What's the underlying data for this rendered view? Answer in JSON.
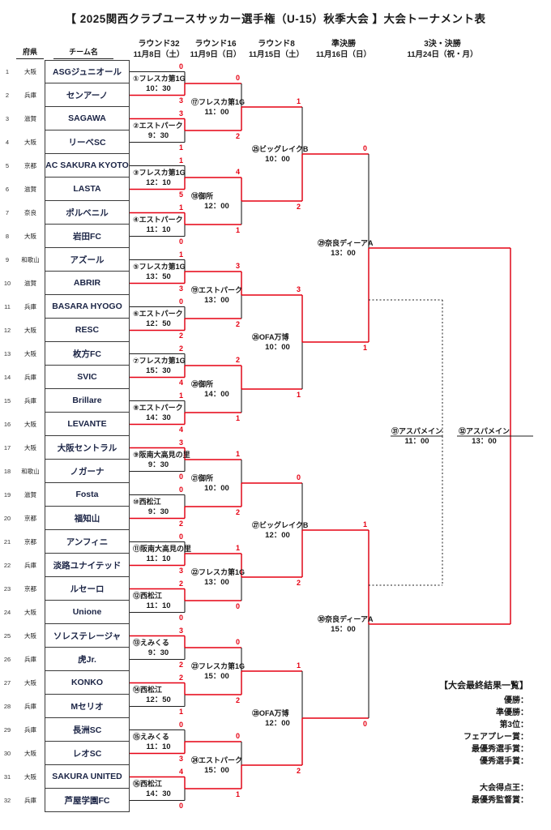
{
  "title": "【 2025関西クラブユースサッカー選手権（U-15）秋季大会 】大会トーナメント表",
  "table_headers": {
    "prefecture": "府県",
    "team": "チーム名"
  },
  "rounds": [
    {
      "name": "ラウンド32",
      "date": "11月8日（土）"
    },
    {
      "name": "ラウンド16",
      "date": "11月9日（日）"
    },
    {
      "name": "ラウンド8",
      "date": "11月15日（土）"
    },
    {
      "name": "準決勝",
      "date": "11月16日（日）"
    },
    {
      "name": "3決・決勝",
      "date": "11月24日（祝・月）"
    }
  ],
  "teams": [
    {
      "no": 1,
      "pref": "大阪",
      "name": "ASGジュニオール"
    },
    {
      "no": 2,
      "pref": "兵庫",
      "name": "センアーノ"
    },
    {
      "no": 3,
      "pref": "滋賀",
      "name": "SAGAWA"
    },
    {
      "no": 4,
      "pref": "大阪",
      "name": "リーベSC"
    },
    {
      "no": 5,
      "pref": "京都",
      "name": "AC SAKURA KYOTO"
    },
    {
      "no": 6,
      "pref": "滋賀",
      "name": "LASTA"
    },
    {
      "no": 7,
      "pref": "奈良",
      "name": "ポルベニル"
    },
    {
      "no": 8,
      "pref": "大阪",
      "name": "岩田FC"
    },
    {
      "no": 9,
      "pref": "和歌山",
      "name": "アズール"
    },
    {
      "no": 10,
      "pref": "滋賀",
      "name": "ABRIR"
    },
    {
      "no": 11,
      "pref": "兵庫",
      "name": "BASARA HYOGO"
    },
    {
      "no": 12,
      "pref": "大阪",
      "name": "RESC"
    },
    {
      "no": 13,
      "pref": "大阪",
      "name": "枚方FC"
    },
    {
      "no": 14,
      "pref": "兵庫",
      "name": "SVIC"
    },
    {
      "no": 15,
      "pref": "兵庫",
      "name": "Brillare"
    },
    {
      "no": 16,
      "pref": "大阪",
      "name": "LEVANTE"
    },
    {
      "no": 17,
      "pref": "大阪",
      "name": "大阪セントラル"
    },
    {
      "no": 18,
      "pref": "和歌山",
      "name": "ノガーナ"
    },
    {
      "no": 19,
      "pref": "滋賀",
      "name": "Fosta"
    },
    {
      "no": 20,
      "pref": "京都",
      "name": "福知山"
    },
    {
      "no": 21,
      "pref": "京都",
      "name": "アンフィニ"
    },
    {
      "no": 22,
      "pref": "兵庫",
      "name": "淡路ユナイテッド"
    },
    {
      "no": 23,
      "pref": "京都",
      "name": "ルセーロ"
    },
    {
      "no": 24,
      "pref": "大阪",
      "name": "Unione"
    },
    {
      "no": 25,
      "pref": "大阪",
      "name": "ソレステレージャ"
    },
    {
      "no": 26,
      "pref": "兵庫",
      "name": "虎Jr."
    },
    {
      "no": 27,
      "pref": "大阪",
      "name": "KONKO"
    },
    {
      "no": 28,
      "pref": "兵庫",
      "name": "Mセリオ"
    },
    {
      "no": 29,
      "pref": "兵庫",
      "name": "長洲SC"
    },
    {
      "no": 30,
      "pref": "大阪",
      "name": "レオSC"
    },
    {
      "no": 31,
      "pref": "大阪",
      "name": "SAKURA UNITED"
    },
    {
      "no": 32,
      "pref": "兵庫",
      "name": "芦屋学園FC"
    }
  ],
  "matches": {
    "round_of_32": [
      {
        "label": "①フレスカ第1G",
        "time": "10：30",
        "score": [
          "0",
          "3"
        ],
        "winner": "bottom"
      },
      {
        "label": "②エストパーク",
        "time": "9：30",
        "score": [
          "3",
          "1"
        ],
        "winner": "top"
      },
      {
        "label": "③フレスカ第1G",
        "time": "12：10",
        "score": [
          "1",
          "5"
        ],
        "winner": "bottom"
      },
      {
        "label": "④エストパーク",
        "time": "11：10",
        "score": [
          "1",
          "0"
        ],
        "winner": "top"
      },
      {
        "label": "⑤フレスカ第1G",
        "time": "13：50",
        "score": [
          "1",
          "3"
        ],
        "winner": "bottom"
      },
      {
        "label": "⑥エストパーク",
        "time": "12：50",
        "score": [
          "0",
          "2"
        ],
        "winner": "bottom"
      },
      {
        "label": "⑦フレスカ第1G",
        "time": "15：30",
        "score": [
          "2",
          "4"
        ],
        "winner": "bottom"
      },
      {
        "label": "⑧エストパーク",
        "time": "14：30",
        "score": [
          "1",
          "4"
        ],
        "winner": "bottom"
      },
      {
        "label": "⑨阪南大高見の里",
        "time": "9：30",
        "score": [
          "3",
          "0"
        ],
        "winner": "top"
      },
      {
        "label": "⑩西松江",
        "time": "9：30",
        "score": [
          "0",
          "2"
        ],
        "winner": "bottom"
      },
      {
        "label": "⑪阪南大高見の里",
        "time": "11：10",
        "score": [
          "0",
          "3"
        ],
        "winner": "bottom"
      },
      {
        "label": "⑫西松江",
        "time": "11：10",
        "score": [
          "2",
          "0"
        ],
        "winner": "top"
      },
      {
        "label": "⑬えみくる",
        "time": "9：30",
        "score": [
          "3",
          "2"
        ],
        "winner": "top"
      },
      {
        "label": "⑭西松江",
        "time": "12：50",
        "score": [
          "2",
          "1"
        ],
        "winner": "top"
      },
      {
        "label": "⑮えみくる",
        "time": "11：10",
        "score": [
          "0",
          "3"
        ],
        "winner": "bottom"
      },
      {
        "label": "⑯西松江",
        "time": "14：30",
        "score": [
          "4",
          "0"
        ],
        "winner": "top"
      }
    ],
    "round_of_16": [
      {
        "label": "⑰フレスカ第1G",
        "time": "11：00",
        "score": [
          "0",
          "2"
        ],
        "winner": "bottom"
      },
      {
        "label": "⑱御所",
        "time": "12：00",
        "score": [
          "4",
          "1"
        ],
        "winner": "top"
      },
      {
        "label": "⑲エストパーク",
        "time": "13：00",
        "score": [
          "3",
          "2"
        ],
        "winner": "top"
      },
      {
        "label": "⑳御所",
        "time": "14：00",
        "score": [
          "2",
          "1"
        ],
        "winner": "top"
      },
      {
        "label": "㉑御所",
        "time": "10：00",
        "score": [
          "1",
          "2"
        ],
        "winner": "bottom"
      },
      {
        "label": "㉒フレスカ第1G",
        "time": "13：00",
        "score": [
          "1",
          "0"
        ],
        "winner": "top"
      },
      {
        "label": "㉓フレスカ第1G",
        "time": "15：00",
        "score": [
          "0",
          "2"
        ],
        "winner": "bottom"
      },
      {
        "label": "㉔エストパーク",
        "time": "15：00",
        "score": [
          "0",
          "1"
        ],
        "winner": "bottom"
      }
    ],
    "quarterfinals": [
      {
        "label": "㉕ビッグレイクB",
        "time": "10：00",
        "score": [
          "1",
          "2"
        ],
        "winner": "bottom"
      },
      {
        "label": "㉖OFA万博",
        "time": "10：00",
        "score": [
          "3",
          "1"
        ],
        "winner": "top"
      },
      {
        "label": "㉗ビッグレイクB",
        "time": "12：00",
        "score": [
          "0",
          "2"
        ],
        "winner": "bottom"
      },
      {
        "label": "㉘OFA万博",
        "time": "12：00",
        "score": [
          "1",
          "2"
        ],
        "winner": "bottom"
      }
    ],
    "semifinals": [
      {
        "label": "㉙奈良ディーアA",
        "time": "13：00",
        "score": [
          "0",
          "1"
        ],
        "winner": "bottom"
      },
      {
        "label": "㉚奈良ディーアA",
        "time": "15：00",
        "score": [
          "1",
          "0"
        ],
        "winner": "top"
      }
    ],
    "third_place": {
      "label": "㉛アスパメイン",
      "time": "11：00",
      "score": [
        "",
        ""
      ],
      "winner": ""
    },
    "final": {
      "label": "㉜アスパメイン",
      "time": "13：00",
      "score": [
        "",
        ""
      ],
      "winner": ""
    }
  },
  "results_box": {
    "heading": "【大会最終結果一覧】",
    "items": [
      "優勝：",
      "準優勝：",
      "第3位：",
      "フェアプレー賞：",
      "最優秀選手賞：",
      "優秀選手賞："
    ],
    "items2": [
      "大会得点王：",
      "最優秀監督賞："
    ]
  },
  "colors": {
    "line": "#1f1f1f",
    "winner_path": "#e60012",
    "score": "#e60012",
    "team_text": "#1b2445"
  }
}
